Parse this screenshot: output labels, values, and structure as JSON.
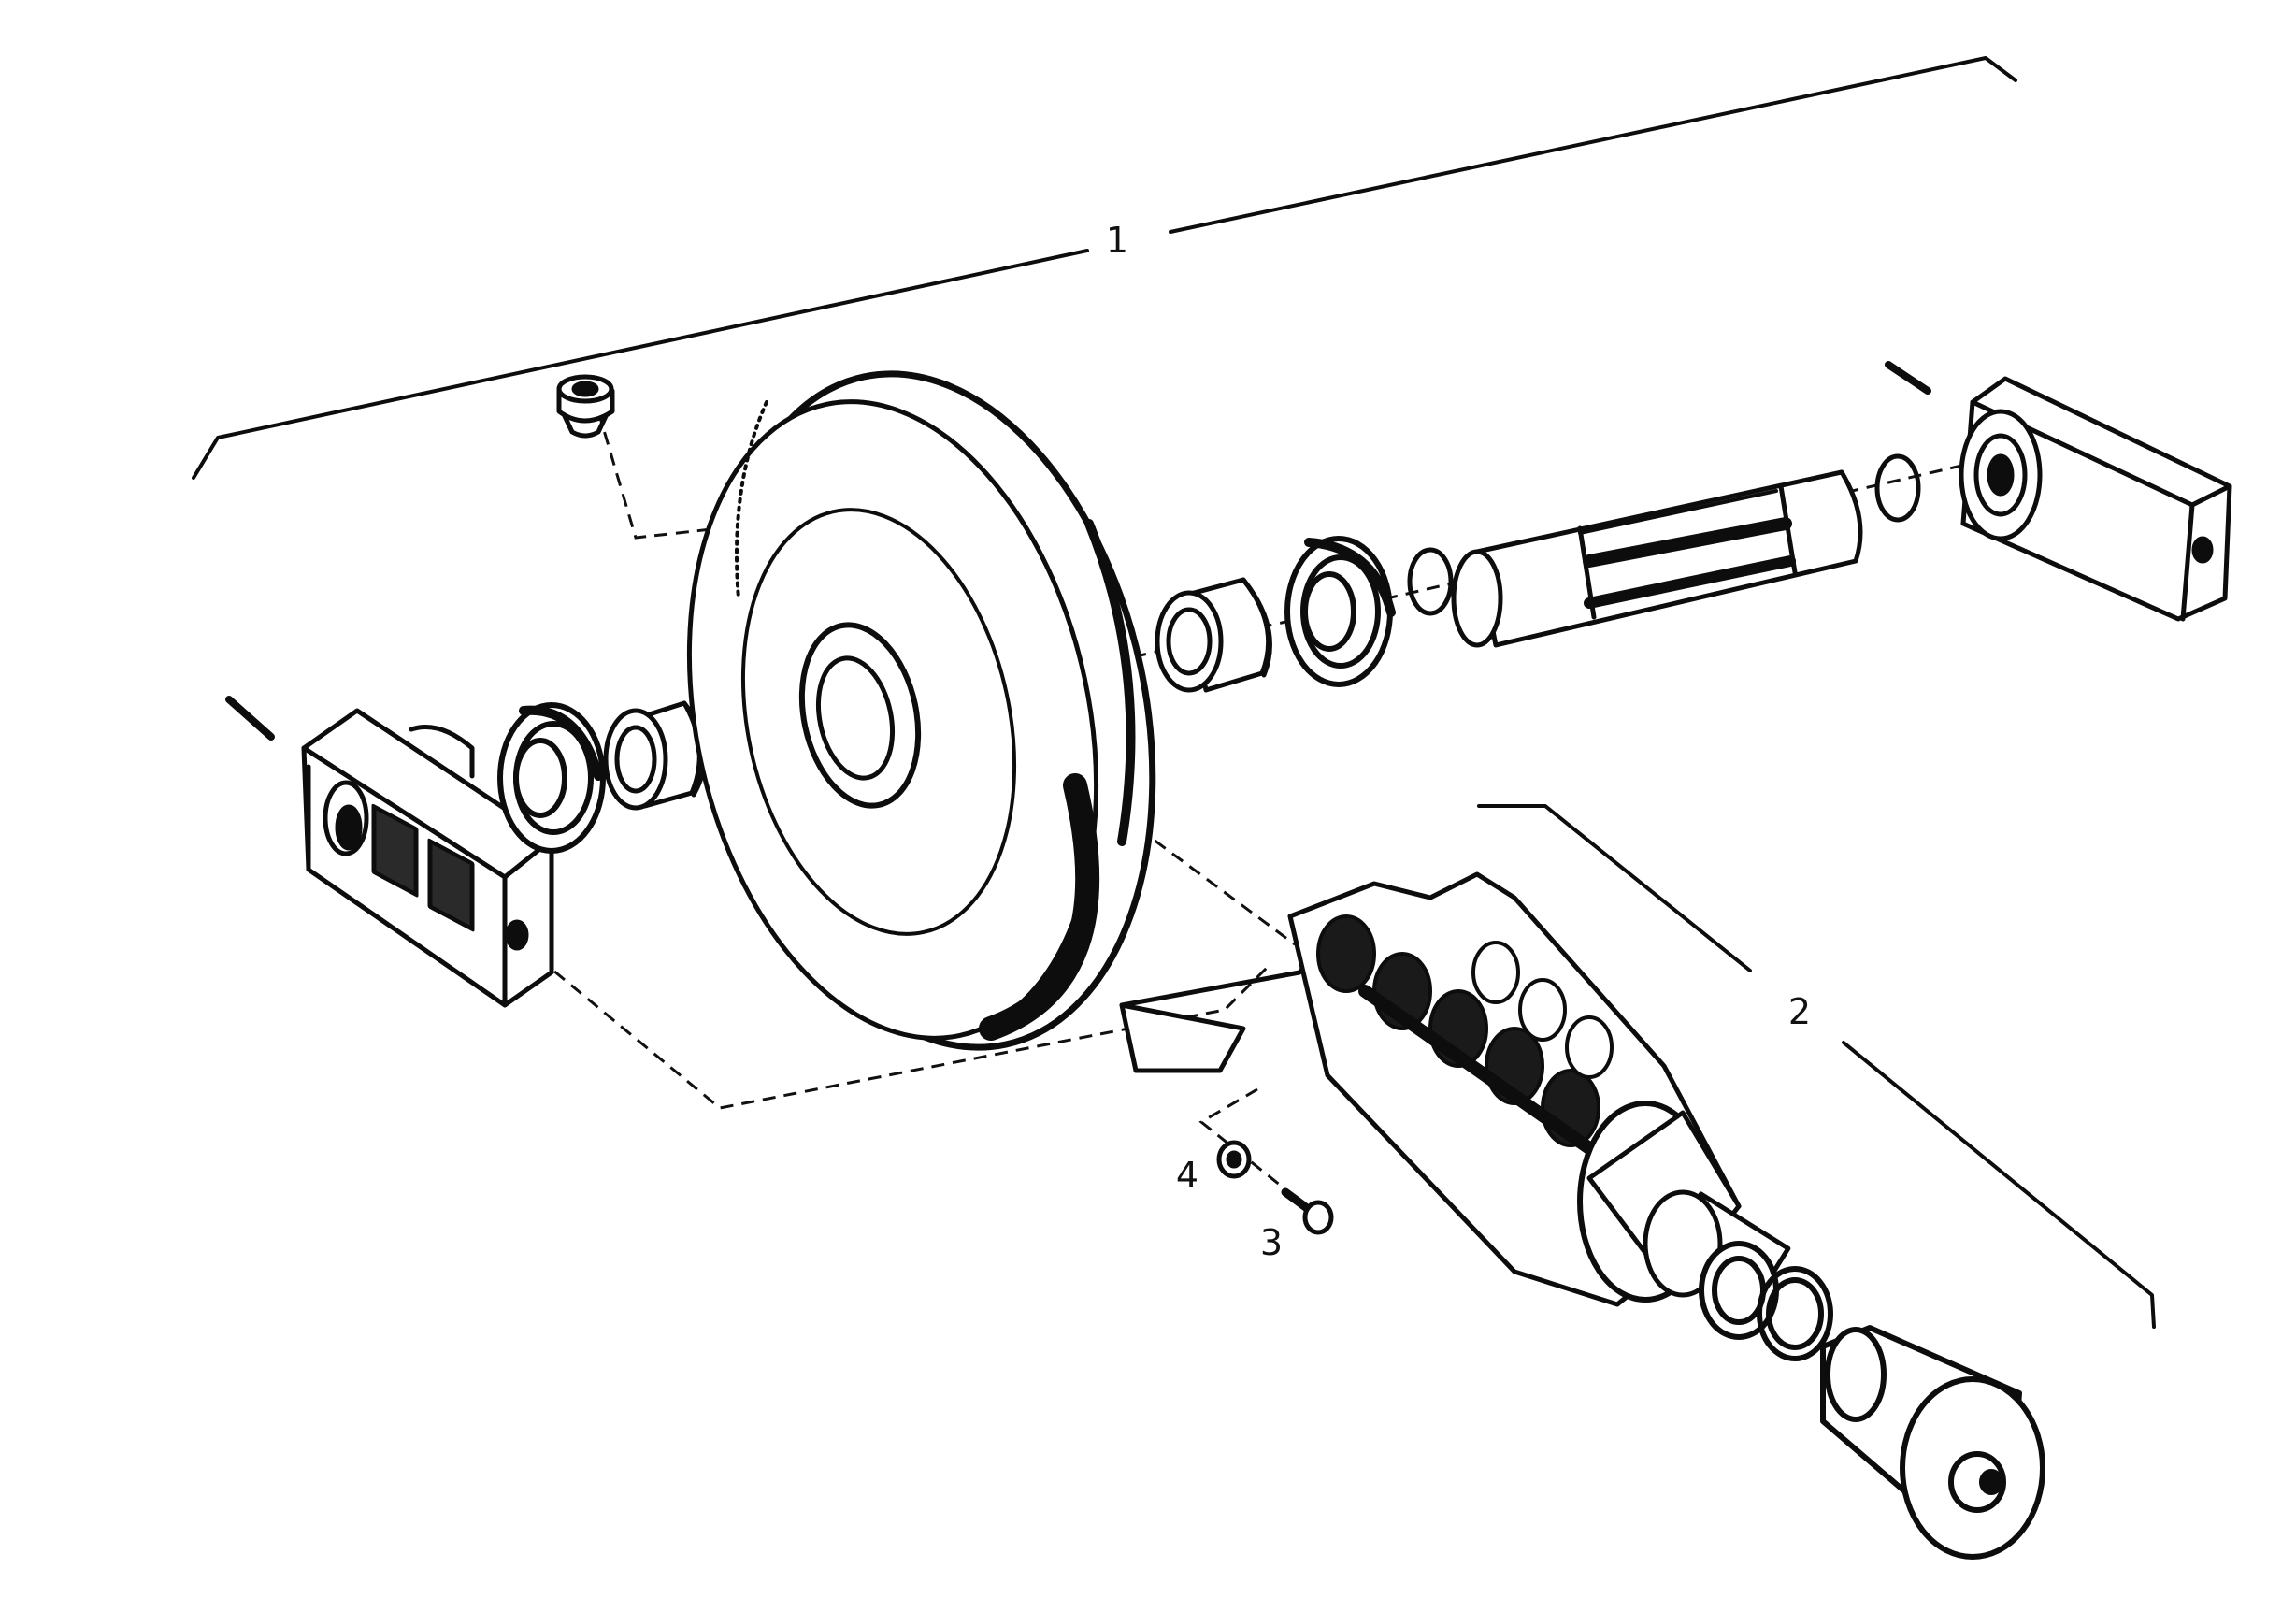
{
  "diagram": {
    "ink_color": "#0d0d0d",
    "paper_color": "#ffffff",
    "callouts": {
      "assembly_1": "1",
      "assembly_2": "2",
      "bolt_3": "3",
      "washer_4": "4"
    }
  }
}
